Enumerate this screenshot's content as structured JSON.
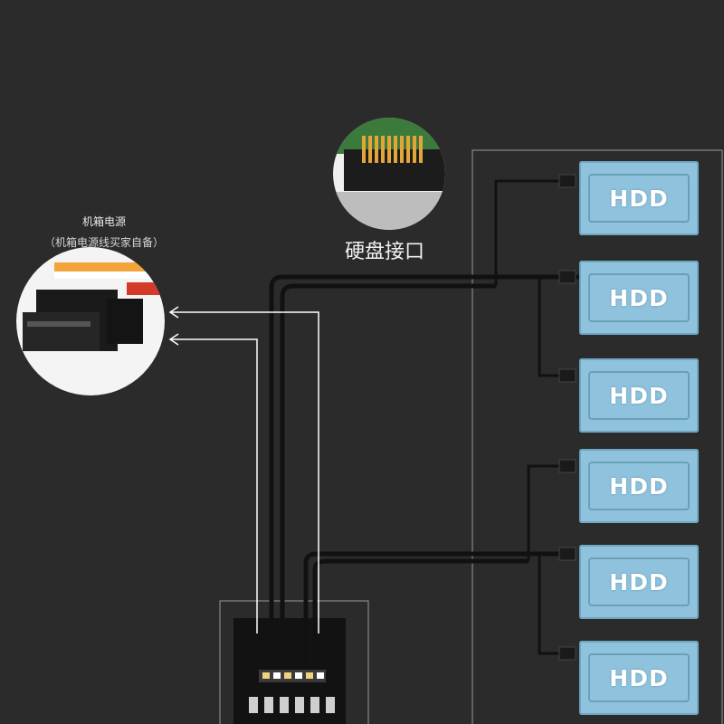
{
  "psu": {
    "title": "机箱电源",
    "subtitle": "（机箱电源线买家自备）"
  },
  "port": {
    "label": "硬盘接口"
  },
  "drives": [
    "HDD",
    "HDD",
    "HDD",
    "HDD",
    "HDD",
    "HDD"
  ],
  "colors": {
    "background": "#2b2b2b",
    "hdd_fill": "#8fc3dd",
    "cable": "#111111",
    "arrow": "#ffffff"
  }
}
